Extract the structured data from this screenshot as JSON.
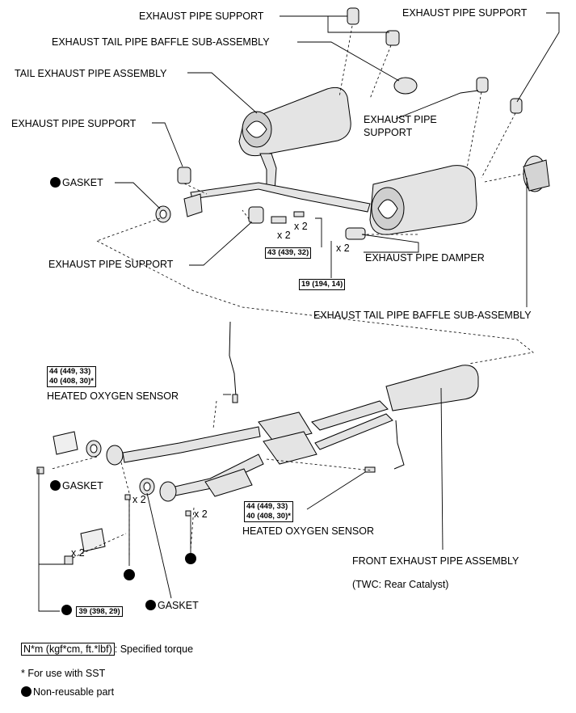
{
  "labels": {
    "exhaust_pipe_support_1": "EXHAUST PIPE SUPPORT",
    "tail_baffle_1": "EXHAUST TAIL PIPE BAFFLE SUB-ASSEMBLY",
    "tail_pipe_assembly": "TAIL EXHAUST PIPE ASSEMBLY",
    "exhaust_pipe_support_2": "EXHAUST PIPE SUPPORT",
    "exhaust_pipe_support_3": "EXHAUST PIPE SUPPORT",
    "exhaust_pipe_support_4_line1": "EXHAUST PIPE",
    "exhaust_pipe_support_4_line2": "SUPPORT",
    "gasket_1": "GASKET",
    "exhaust_pipe_support_5": "EXHAUST PIPE SUPPORT",
    "exhaust_pipe_damper": "EXHAUST PIPE DAMPER",
    "tail_baffle_2": "EXHAUST TAIL PIPE BAFFLE SUB-ASSEMBLY",
    "heated_o2_sensor_1": "HEATED OXYGEN SENSOR",
    "heated_o2_sensor_2": "HEATED OXYGEN SENSOR",
    "gasket_2": "GASKET",
    "gasket_3": "GASKET",
    "front_pipe_assembly": "FRONT EXHAUST PIPE ASSEMBLY",
    "twc_note": "(TWC: Rear Catalyst)"
  },
  "torques": {
    "t43": "43 (439, 32)",
    "t19": "19 (194, 14)",
    "t44_a": "44 (449, 33)",
    "t40_a": "40 (408, 30)*",
    "t44_b": "44 (449, 33)",
    "t40_b": "40 (408, 30)*",
    "t39": "39 (398, 29)"
  },
  "quantities": {
    "q1": "x 2",
    "q2": "x 2",
    "q3": "x 2",
    "q4": "x 2",
    "q5": "x 2",
    "q6": "x 2"
  },
  "legend": {
    "torque_box": "N*m (kgf*cm, ft.*lbf)",
    "torque_desc": ": Specified torque",
    "sst_note": "* For use with SST",
    "nonreusable": "Non-reusable part"
  },
  "colors": {
    "line": "#000000",
    "part_fill": "#e4e4e4",
    "shade": "#9a9a9a"
  }
}
